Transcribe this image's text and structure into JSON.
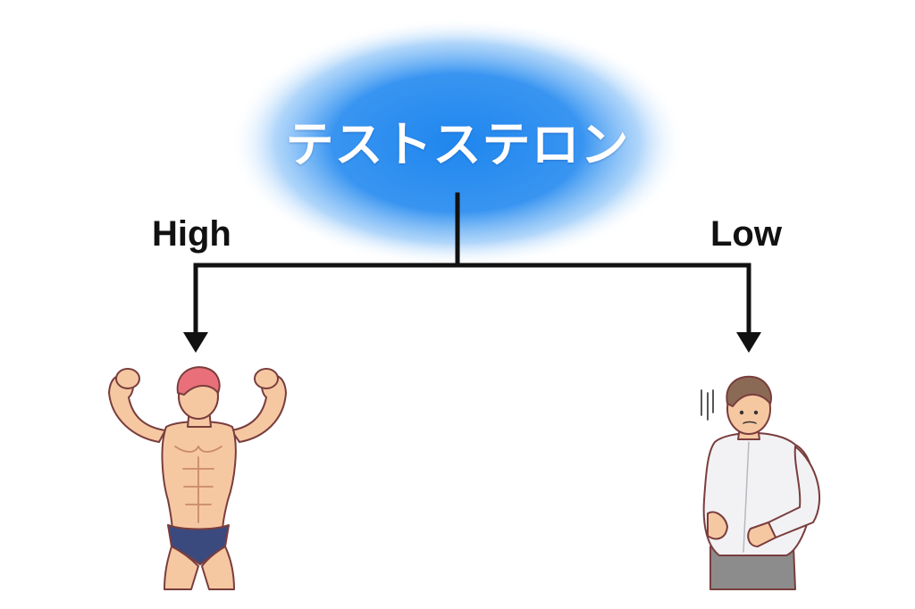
{
  "diagram": {
    "title": "テストステロン",
    "branches": [
      {
        "label": "High",
        "figure": "muscular-man"
      },
      {
        "label": "Low",
        "figure": "overweight-man"
      }
    ]
  },
  "colors": {
    "glow": "#2e8ff0",
    "line": "#111111",
    "skin": "#f6c8a2",
    "hair_high": "#e9707a",
    "briefs": "#3b4a7e",
    "hair_low": "#8a6a55",
    "shirt": "#f2f2f4",
    "pants": "#8c8c8c"
  }
}
